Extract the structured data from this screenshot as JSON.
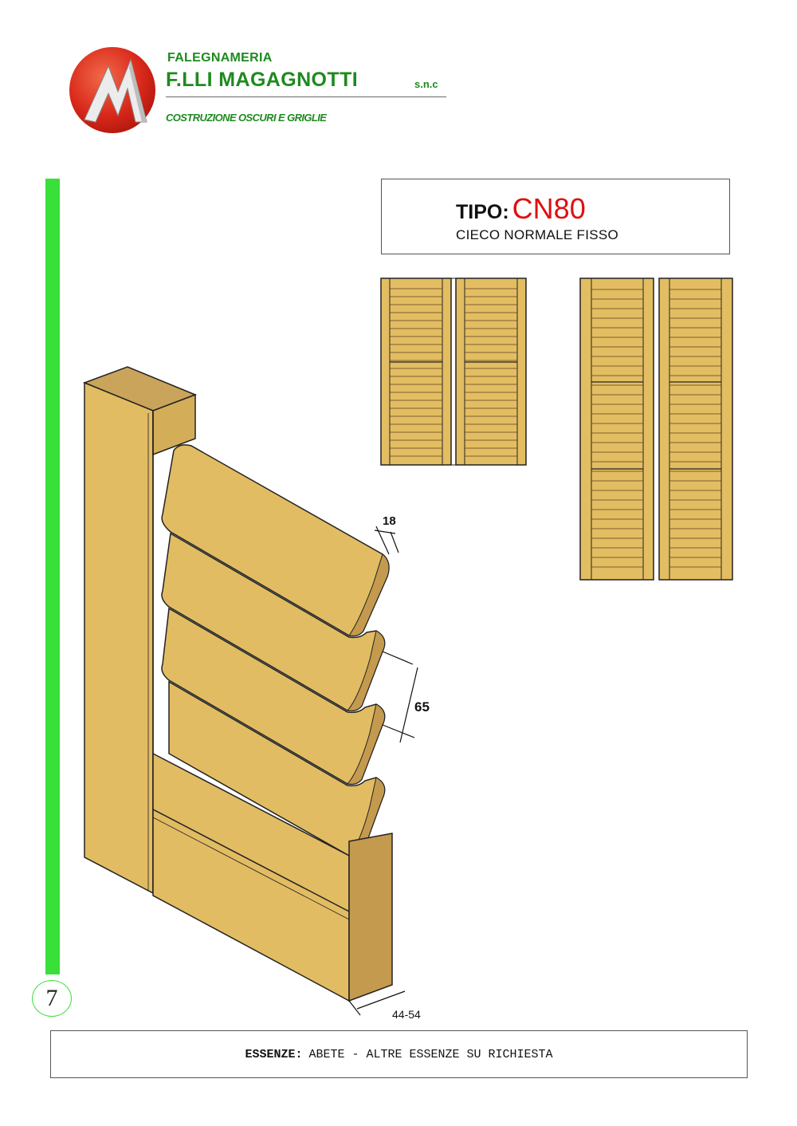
{
  "header": {
    "company_line1": "FALEGNAMERIA",
    "company_line2": "F.LLI MAGAGNOTTI",
    "company_suffix": "s.n.c",
    "tagline": "COSTRUZIONE OSCURI E GRIGLIE",
    "logo_icon": "red-sphere-m-logo-icon",
    "brand_color": "#1e8a1e"
  },
  "product": {
    "type_label": "TIPO:",
    "type_code": "CN80",
    "description": "CIECO NORMALE FISSO",
    "code_color": "#e01010"
  },
  "drawing": {
    "dimension_slat_thickness": "18",
    "dimension_slat_pitch": "65",
    "dimension_frame_thickness": "44-54",
    "wood_color": "#e3bd62"
  },
  "page": {
    "number": "7",
    "accent_color": "#39e039"
  },
  "footer": {
    "label": "ESSENZE:",
    "text": "ABETE - ALTRE ESSENZE SU RICHIESTA"
  }
}
